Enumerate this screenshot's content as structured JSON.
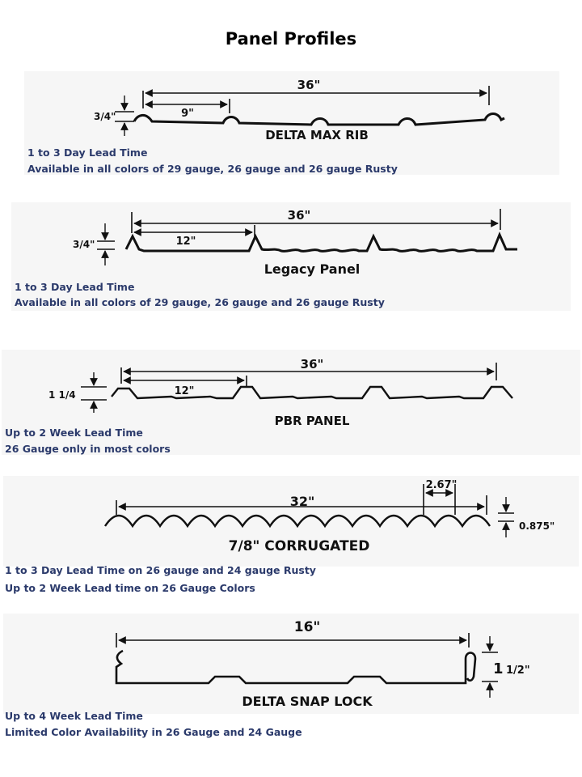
{
  "title": "Panel Profiles",
  "panels": [
    {
      "name": "DELTA MAX RIB",
      "width_label": "36\"",
      "spacing_label": "9\"",
      "height_label": "3/4\"",
      "notes": [
        "1 to 3 Day Lead Time",
        "Available in all colors of 29 gauge, 26 gauge and 26 gauge Rusty"
      ]
    },
    {
      "name": "Legacy Panel",
      "width_label": "36\"",
      "spacing_label": "12\"",
      "height_label": "3/4\"",
      "notes": [
        "1 to 3 Day Lead Time",
        "Available in all colors of 29 gauge, 26 gauge and 26 gauge Rusty"
      ]
    },
    {
      "name": "PBR PANEL",
      "width_label": "36\"",
      "spacing_label": "12\"",
      "height_label": "1 1/4",
      "notes": [
        "Up to 2 Week Lead Time",
        "26 Gauge only in most colors"
      ]
    },
    {
      "name": "7/8\" CORRUGATED",
      "width_label": "32\"",
      "spacing_label": "2.67\"",
      "height_label": "0.875\"",
      "notes": [
        "1 to 3 Day Lead Time on 26 gauge and 24 gauge Rusty",
        "Up to 2 Week Lead time on 26 Gauge Colors"
      ]
    },
    {
      "name": "DELTA SNAP LOCK",
      "width_label": "16\"",
      "height_label_main": "1",
      "height_label_frac": "1/2\"",
      "notes": [
        "Up to 4 Week Lead Time",
        "Limited Color Availability in 26 Gauge and 24 Gauge"
      ]
    }
  ]
}
